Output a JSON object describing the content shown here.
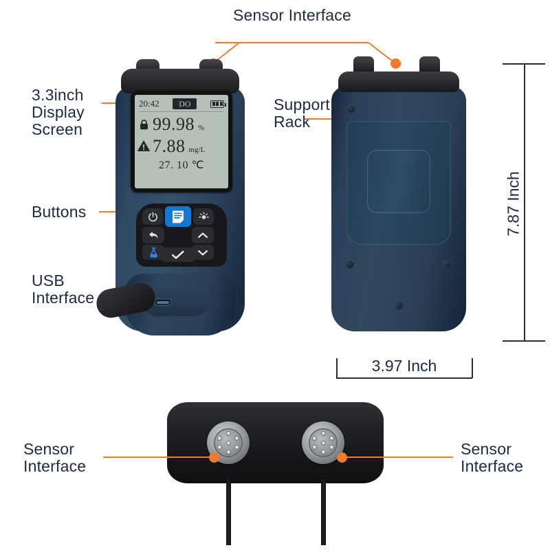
{
  "theme": {
    "accent": "#f4792b",
    "label_color": "#1c2b45",
    "body_blue": "#2f4963",
    "cap_black": "#1a1b1d",
    "lcd_bg": "#b5c0b9",
    "key_blue": "#1477d4",
    "dim_color": "#2b2b33",
    "background": "#ffffff"
  },
  "callouts": {
    "sensor_interface_top": "Sensor Interface",
    "display_screen": "3.3inch\nDisplay\nScreen",
    "buttons": "Buttons",
    "usb_interface": "USB\nInterface",
    "support_rack": "Support\nRack",
    "sensor_interface_bottom_left": "Sensor\nInterface",
    "sensor_interface_bottom_right": "Sensor\nInterface"
  },
  "dimensions": {
    "height": "7.87 Inch",
    "width": "3.97 Inch"
  },
  "display": {
    "time": "20:42",
    "mode_badge": "DO",
    "battery_bars": 3,
    "lock_icon": "lock-icon",
    "warning_icon": "warning-triangle-icon",
    "rows": [
      {
        "value": "99.98",
        "unit": "%"
      },
      {
        "value": "7.88",
        "unit": "mg/L"
      }
    ],
    "temperature": "27. 10 ℃"
  },
  "keypad": {
    "power": "power-icon",
    "menu": "menu-document-icon",
    "light": "backlight-icon",
    "back": "back-arrow-icon",
    "calibrate": "flask-calibration-icon",
    "up": "chevron-up-icon",
    "down": "chevron-down-icon",
    "confirm": "check-icon"
  },
  "views": {
    "front": "front-view",
    "back": "back-view",
    "bottom": "bottom-view"
  }
}
